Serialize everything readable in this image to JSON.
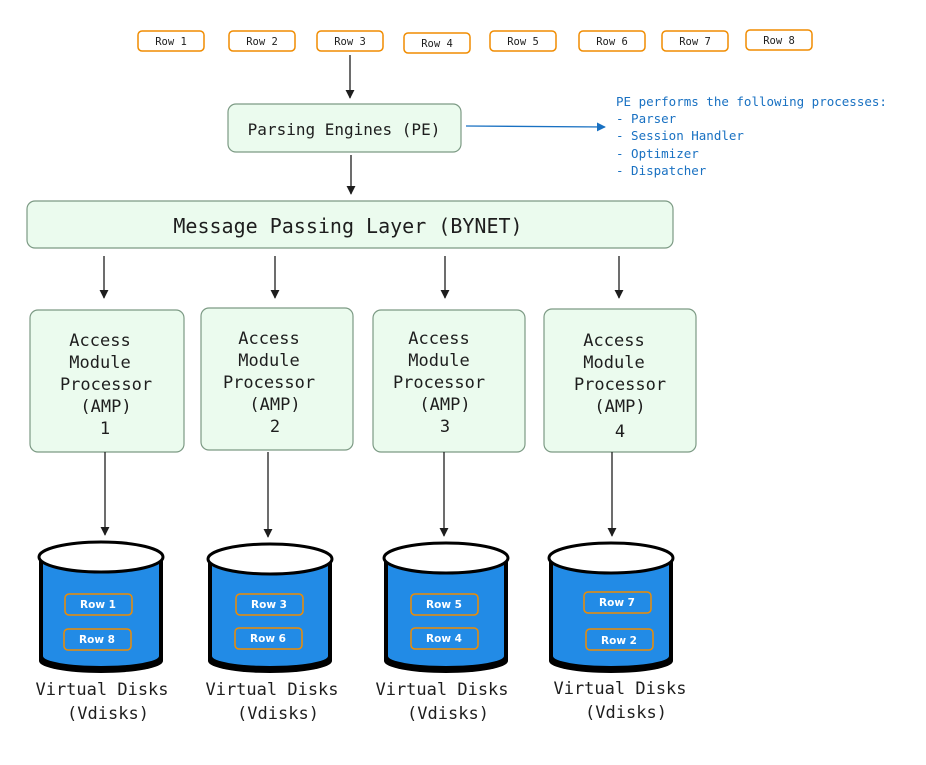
{
  "colors": {
    "row_chip_border": "#f08c00",
    "box_fill": "#ebfbee",
    "box_border": "#7c9a84",
    "disk_fill": "#228be6",
    "disk_dark": "#000000",
    "note_text": "#1971c2",
    "arrow_blue": "#1971c2",
    "arrow_black": "#1e1e1e"
  },
  "incoming_rows": [
    "Row 1",
    "Row 2",
    "Row 3",
    "Row 4",
    "Row 5",
    "Row 6",
    "Row 7",
    "Row 8"
  ],
  "pe": {
    "label": "Parsing Engines (PE)"
  },
  "pe_note": {
    "heading": "PE performs the following processes:",
    "items": [
      "- Parser",
      "- Session Handler",
      "- Optimizer",
      "- Dispatcher"
    ]
  },
  "bynet": {
    "label": "Message Passing Layer (BYNET)"
  },
  "amps": [
    {
      "lines": [
        "Access",
        "Module",
        "Processor",
        "(AMP)",
        "1"
      ]
    },
    {
      "lines": [
        "Access",
        "Module",
        "Processor",
        "(AMP)",
        "2"
      ]
    },
    {
      "lines": [
        "Access",
        "Module",
        "Processor",
        "(AMP)",
        "3"
      ]
    },
    {
      "lines": [
        "Access",
        "Module",
        "Processor",
        "(AMP)",
        "4"
      ]
    }
  ],
  "vdisks": [
    {
      "rows": [
        "Row 1",
        "Row 8"
      ],
      "caption": [
        "Virtual Disks",
        "(Vdisks)"
      ]
    },
    {
      "rows": [
        "Row 3",
        "Row 6"
      ],
      "caption": [
        "Virtual Disks",
        "(Vdisks)"
      ]
    },
    {
      "rows": [
        "Row 5",
        "Row 4"
      ],
      "caption": [
        "Virtual Disks",
        "(Vdisks)"
      ]
    },
    {
      "rows": [
        "Row 7",
        "Row 2"
      ],
      "caption": [
        "Virtual Disks",
        "(Vdisks)"
      ]
    }
  ]
}
